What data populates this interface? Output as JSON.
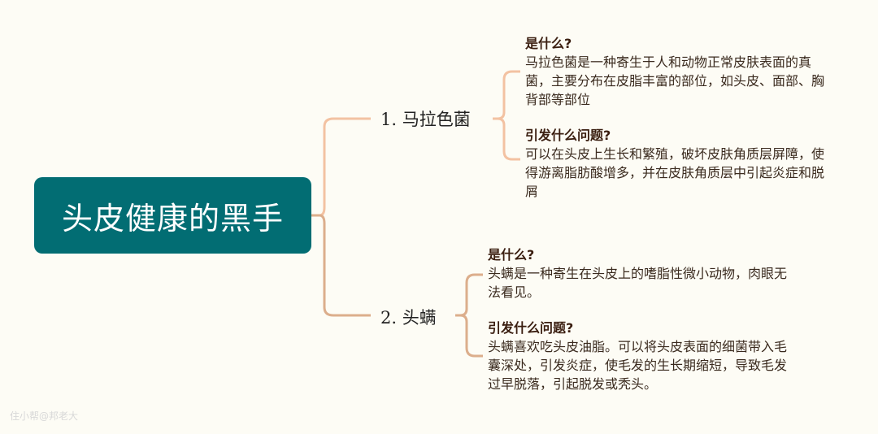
{
  "root": {
    "title": "头皮健康的黑手"
  },
  "branches": [
    {
      "label": "1. 马拉色菌",
      "what_heading": "是什么?",
      "what_text": "马拉色菌是一种寄生于人和动物正常皮肤表面的真菌，主要分布在皮脂丰富的部位，如头皮、面部、胸背部等部位",
      "problem_heading": "引发什么问题?",
      "problem_text": "可以在头皮上生长和繁殖，破坏皮肤角质层屏障，使得游离脂肪酸增多，并在皮肤角质层中引起炎症和脱屑"
    },
    {
      "label": "2. 头螨",
      "what_heading": "是什么?",
      "what_text": "头螨是一种寄生在头皮上的嗜脂性微小动物，肉眼无法看见。",
      "problem_heading": "引发什么问题?",
      "problem_text": "头螨喜欢吃头皮油脂。可以将头皮表面的细菌带入毛囊深处，引发炎症，使毛发的生长期缩短，导致毛发过早脱落，引起脱发或秃头。"
    }
  ],
  "watermark": "住小帮@邦老大",
  "colors": {
    "root_bg": "#026d73",
    "connector_1": "#f3c2a2",
    "connector_2": "#dcae8c",
    "background": "#fdfcf5"
  }
}
